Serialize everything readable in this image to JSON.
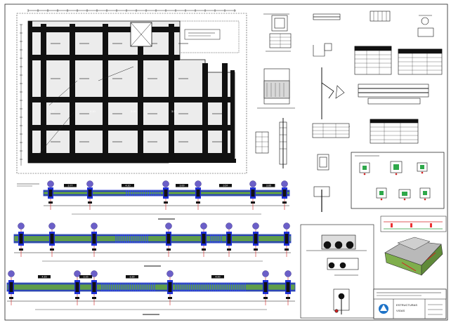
{
  "plan": {
    "beam_span_labels": [
      "3.77",
      "4.10",
      "3.00",
      "3.57"
    ]
  },
  "beams": [
    {
      "spans": [
        "3.77",
        "4.10",
        "3.00",
        "3.57",
        "3.65"
      ]
    },
    {
      "spans": []
    },
    {
      "spans": [
        "4.15",
        "3.15",
        "3.30",
        "4.00"
      ]
    }
  ],
  "title_block": {
    "line1": "ESTRUCTURAS",
    "line2": "VIGAS"
  },
  "colors": {
    "beam_fill": "#5f9d4a",
    "beam_end": "#1f2fd4",
    "stirrups": "#3346ff",
    "marker": "#6b5fc8",
    "marker_stem": "#d42020",
    "ink": "#111111",
    "roof": "#b9b9b9",
    "ground": "#7fae4c",
    "logo": "#1e73c8"
  }
}
